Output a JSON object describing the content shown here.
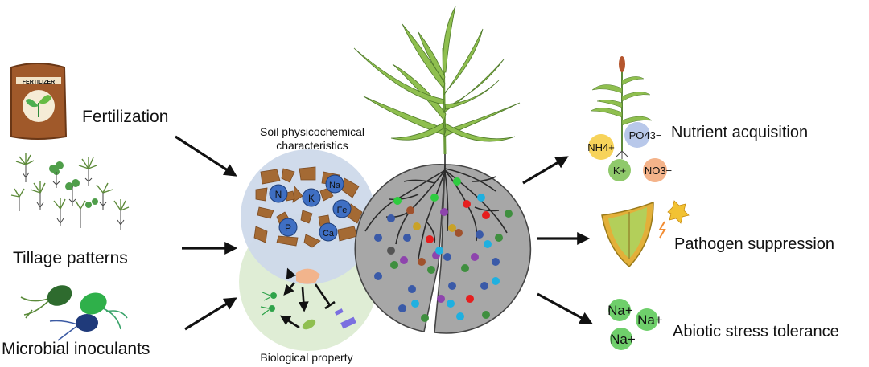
{
  "inputs": {
    "fertilization": "Fertilization",
    "fertilizer_bag_text": "FERTILIZER",
    "tillage": "Tillage patterns",
    "inoculants": "Microbial inoculants"
  },
  "soil": {
    "title_line1": "Soil physicochemical",
    "title_line2": "characteristics",
    "nutrients": [
      "N",
      "K",
      "Na",
      "Fe",
      "P",
      "Ca"
    ]
  },
  "biology": {
    "title": "Biological property"
  },
  "outcomes": {
    "nutrient": {
      "label": "Nutrient acquisition",
      "ions": {
        "nh4": "NH4+",
        "po4": "PO43−",
        "k": "K+",
        "no3": "NO3−"
      }
    },
    "pathogen": {
      "label": "Pathogen suppression"
    },
    "abiotic": {
      "label": "Abiotic stress tolerance",
      "ion": "Na+"
    }
  },
  "colors": {
    "soil_circle": "#cdd9ea",
    "bio_circle": "#dcebd0",
    "rhizosphere": "#a7a7a7",
    "clod": "#a46a34",
    "nutrient_ball": "#3f6fc3",
    "leaf": "#8fbf4f"
  }
}
